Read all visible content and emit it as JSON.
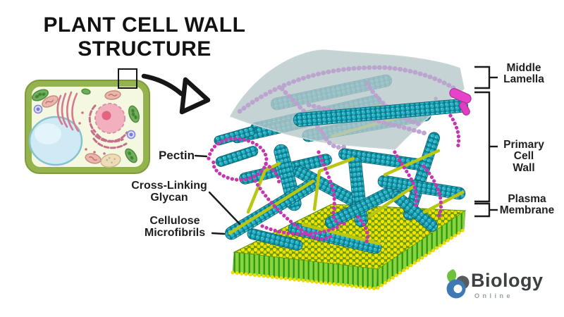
{
  "title": {
    "line1": "PLANT CELL WALL",
    "line2": "STRUCTURE"
  },
  "labels": {
    "pectin": "Pectin",
    "cross_linking_glycan": {
      "line1": "Cross-Linking",
      "line2": "Glycan"
    },
    "cellulose_microfibrils": {
      "line1": "Cellulose",
      "line2": "Microfibrils"
    },
    "middle_lamella": {
      "line1": "Middle",
      "line2": "Lamella"
    },
    "primary_cell_wall": {
      "line1": "Primary",
      "line2": "Cell",
      "line3": "Wall"
    },
    "plasma_membrane": {
      "line1": "Plasma",
      "line2": "Membrane"
    }
  },
  "logo": {
    "name": "Biology",
    "tagline": "Online"
  },
  "colors": {
    "label_text": "#1f1f1f",
    "teal_microfibril": "#1ba4b6",
    "teal_dark": "#0d7e91",
    "magenta_pectin": "#c636b0",
    "lavender_pectin": "#bba1cd",
    "glycan_olive": "#b9c713",
    "membrane_yellow": "#f2e600",
    "membrane_green": "#6bc32f",
    "lamella_sheet": "#b7c8cb",
    "cell_wall_green": "#94b34c",
    "logo_blue": "#3f79b5",
    "logo_green": "#6fc13d",
    "logo_gray": "#585b60",
    "logo_text": "#3c4043"
  }
}
